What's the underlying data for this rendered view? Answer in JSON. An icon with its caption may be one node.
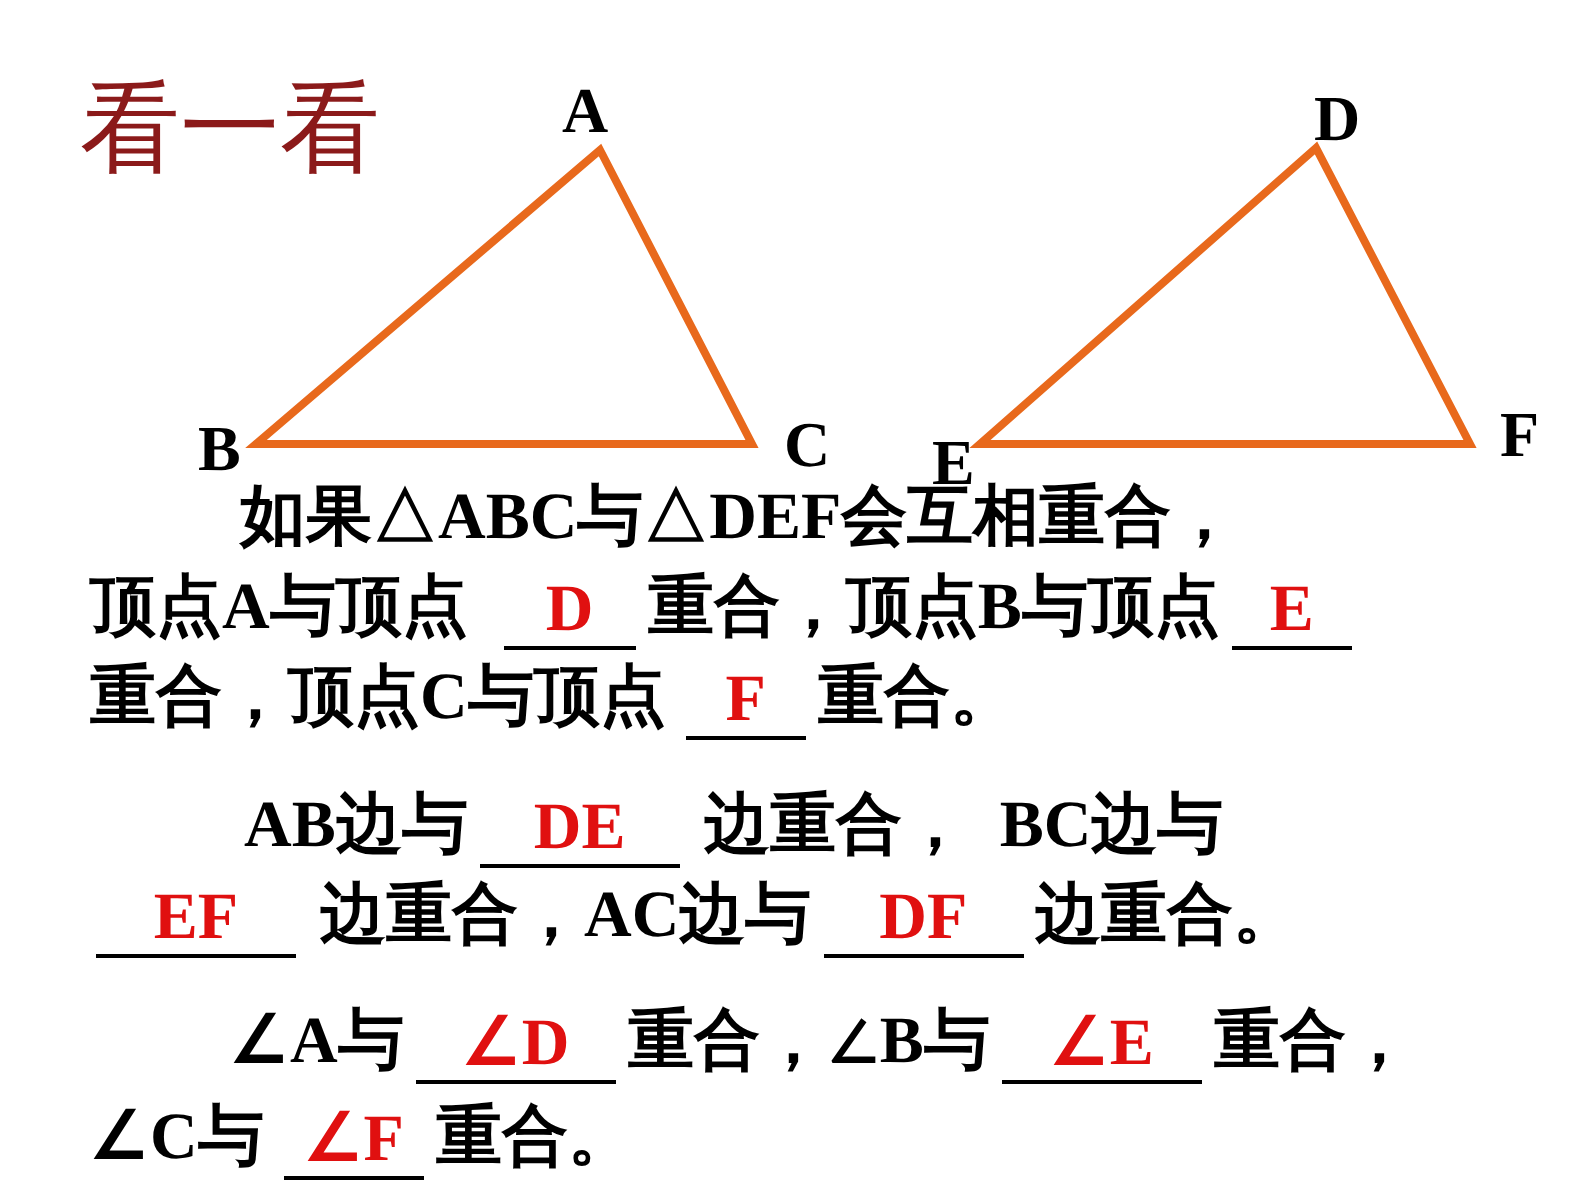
{
  "diagram": {
    "title": "看一看",
    "nodes": [
      {
        "text": [],
        "shape": "triangle"
      },
      {
        "text": [],
        "shape": "triangle"
      }
    ],
    "labels": [
      "A",
      "D",
      "B",
      "C",
      "E",
      "F",
      "如果△ABC与△DEF会互相重合，",
      "顶点A与顶点",
      "D",
      "重合，顶点B与顶点",
      "E",
      "重合，顶点C与顶点",
      "F",
      "重合。",
      "AB边与",
      "DE",
      "边重合，",
      "BC边与",
      "EF",
      "边重合，AC边与",
      "DF",
      "边重合。",
      "∠A与",
      "∠D",
      "重合，∠B与",
      "∠E",
      "重合，",
      "∠C与",
      "∠F",
      "重合。"
    ]
  }
}
